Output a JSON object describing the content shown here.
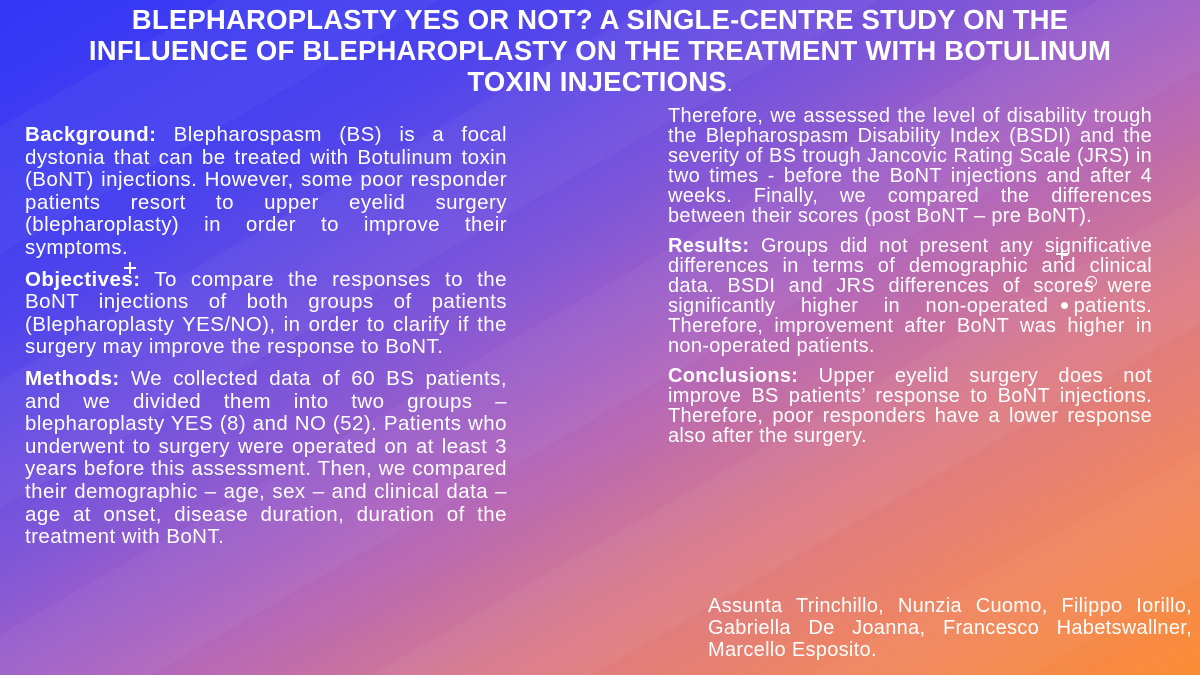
{
  "title": {
    "text": "BLEPHAROPLASTY YES OR NOT? A SINGLE-CENTRE STUDY ON THE INFLUENCE OF BLEPHAROPLASTY ON THE TREATMENT WITH BOTULINUM TOXIN INJECTIONS",
    "end": "."
  },
  "sections": {
    "background": {
      "label": "Background:",
      "text": " Blepharospasm (BS) is a focal dystonia that can be treated with Botulinum toxin (BoNT) injections. However, some poor responder patients resort to upper eyelid surgery (blepharoplasty) in order to improve their symptoms."
    },
    "objectives": {
      "label": "Objectives:",
      "text": " To compare the responses to the BoNT injections of both groups of patients (Blepharoplasty YES/NO), in order to clarify if the surgery may improve the response to BoNT."
    },
    "methods": {
      "label": "Methods:",
      "text": " We collected data of 60 BS patients, and we divided them into two groups – blepharoplasty YES (8) and NO (52). Patients who underwent to surgery were operated on at least 3 years before this assessment. Then, we compared their demographic – age, sex – and clinical data – age at onset, disease duration, duration of the treatment with BoNT."
    },
    "methods_cont": {
      "text": "Therefore, we assessed the level of disability trough the Blepharospasm Disability Index (BSDI) and the severity of BS trough Jancovic Rating Scale (JRS) in two times - before the BoNT injections and after 4 weeks. Finally, we compared the differences between their scores (post BoNT – pre BoNT)."
    },
    "results": {
      "label": "Results:",
      "text": " Groups did not present any significative differences in terms of demographic and clinical data. BSDI and JRS differences of scores were significantly higher in non-operated patients. Therefore, improvement after BoNT was higher in non-operated patients."
    },
    "conclusions": {
      "label": "Conclusions:",
      "text": " Upper eyelid surgery does not improve BS patients’ response to BoNT injections. Therefore, poor responders have a lower response also after the surgery."
    }
  },
  "authors": "Assunta Trinchillo, Nunzia Cuomo, Filippo Iorillo, Gabriella De Joanna, Francesco Habetswallner, Marcello Esposito."
}
